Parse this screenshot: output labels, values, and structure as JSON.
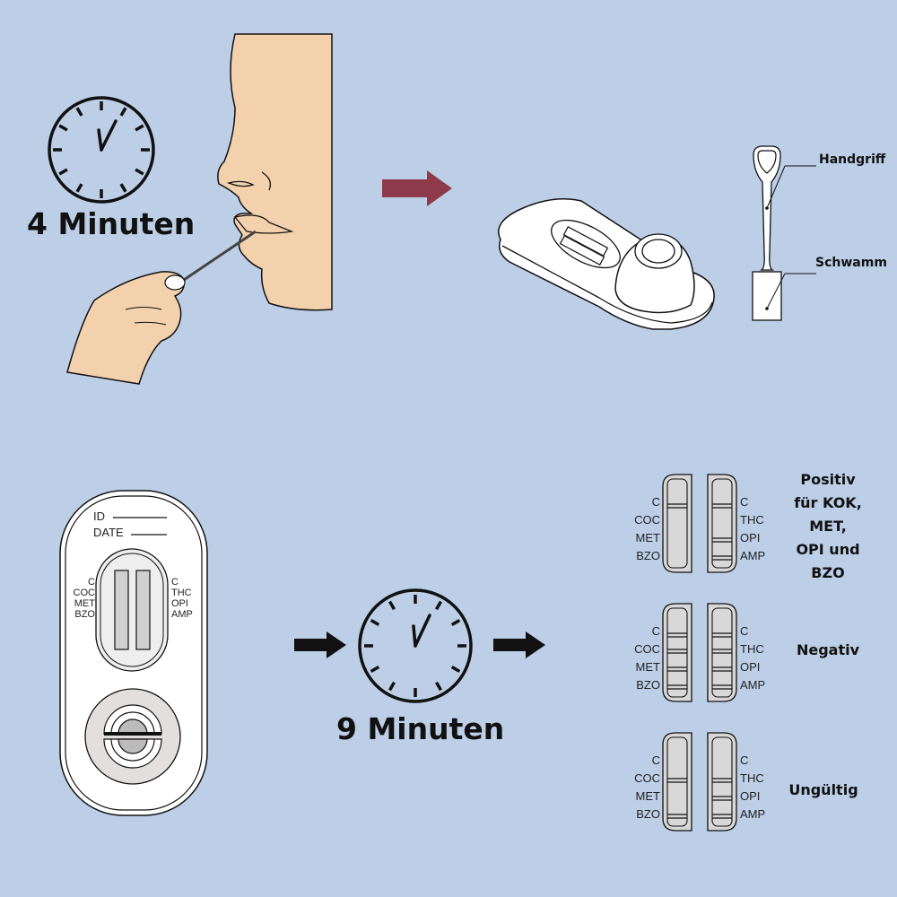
{
  "colors": {
    "background": "#bccfe7",
    "skin": "#f3d1ac",
    "arrow_step1": "#8e3a4a",
    "arrow_black": "#111111",
    "device_fill": "#ffffff",
    "strip_fill": "#d8d8d8",
    "window_fill": "#eeeeee",
    "well_fill": "#e3dfdf"
  },
  "step1": {
    "duration_label": "4 Minuten",
    "clock_icon": "clock-icon",
    "illustration": "person-holding-swab-in-mouth"
  },
  "step2": {
    "arrow_icon": "arrow-right-icon",
    "device": "saliva-collector-device",
    "swab_callouts": {
      "handle": "Handgriff",
      "sponge": "Schwamm"
    }
  },
  "step3": {
    "cassette": {
      "id_label": "ID",
      "date_label": "DATE",
      "left_labels": [
        "C",
        "COC",
        "MET",
        "BZO"
      ],
      "right_labels": [
        "C",
        "THC",
        "OPI",
        "AMP"
      ]
    },
    "duration_label": "9 Minuten"
  },
  "results": [
    {
      "label": "Positiv für KOK, MET, OPI und BZO",
      "label_lines": [
        "Positiv",
        "für KOK,",
        "MET,",
        "OPI und",
        "BZO"
      ],
      "left_labels": [
        "C",
        "COC",
        "MET",
        "BZO"
      ],
      "right_labels": [
        "C",
        "THC",
        "OPI",
        "AMP"
      ]
    },
    {
      "label": "Negativ",
      "label_lines": [
        "Negativ"
      ],
      "left_labels": [
        "C",
        "COC",
        "MET",
        "BZO"
      ],
      "right_labels": [
        "C",
        "THC",
        "OPI",
        "AMP"
      ]
    },
    {
      "label": "Ungültig",
      "label_lines": [
        "Ungültig"
      ],
      "left_labels": [
        "C",
        "COC",
        "MET",
        "BZO"
      ],
      "right_labels": [
        "C",
        "THC",
        "OPI",
        "AMP"
      ]
    }
  ]
}
